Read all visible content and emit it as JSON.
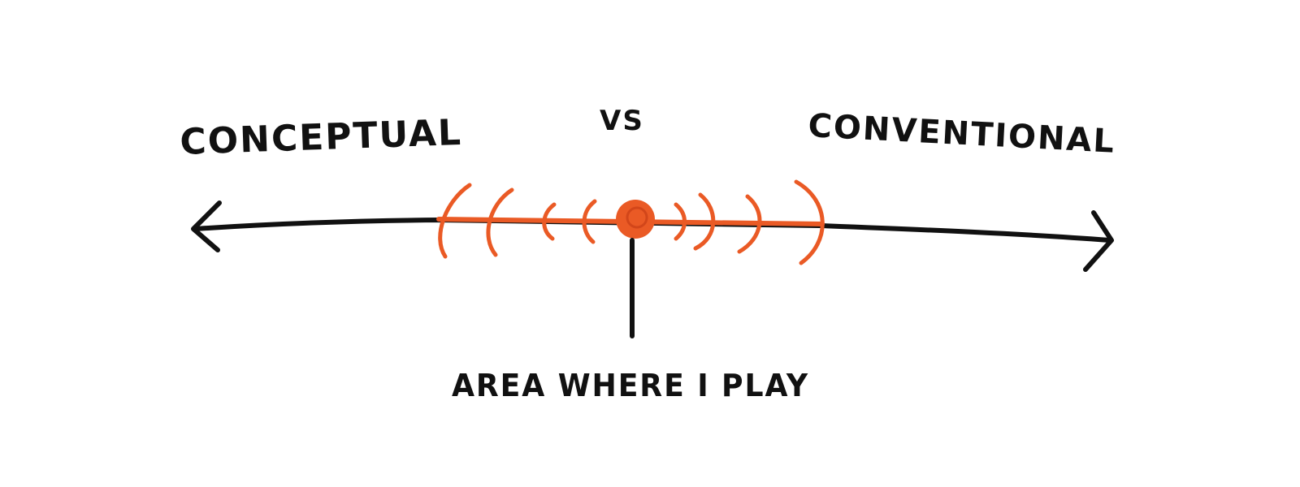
{
  "diagram": {
    "left_label": "CONCEPTUAL",
    "middle_label": "VS",
    "right_label": "CONVENTIONAL",
    "pointer_label": "AREA WHERE I PLAY"
  },
  "colors": {
    "ink": "#111111",
    "accent": "#ea5a25",
    "background": "#ffffff"
  }
}
